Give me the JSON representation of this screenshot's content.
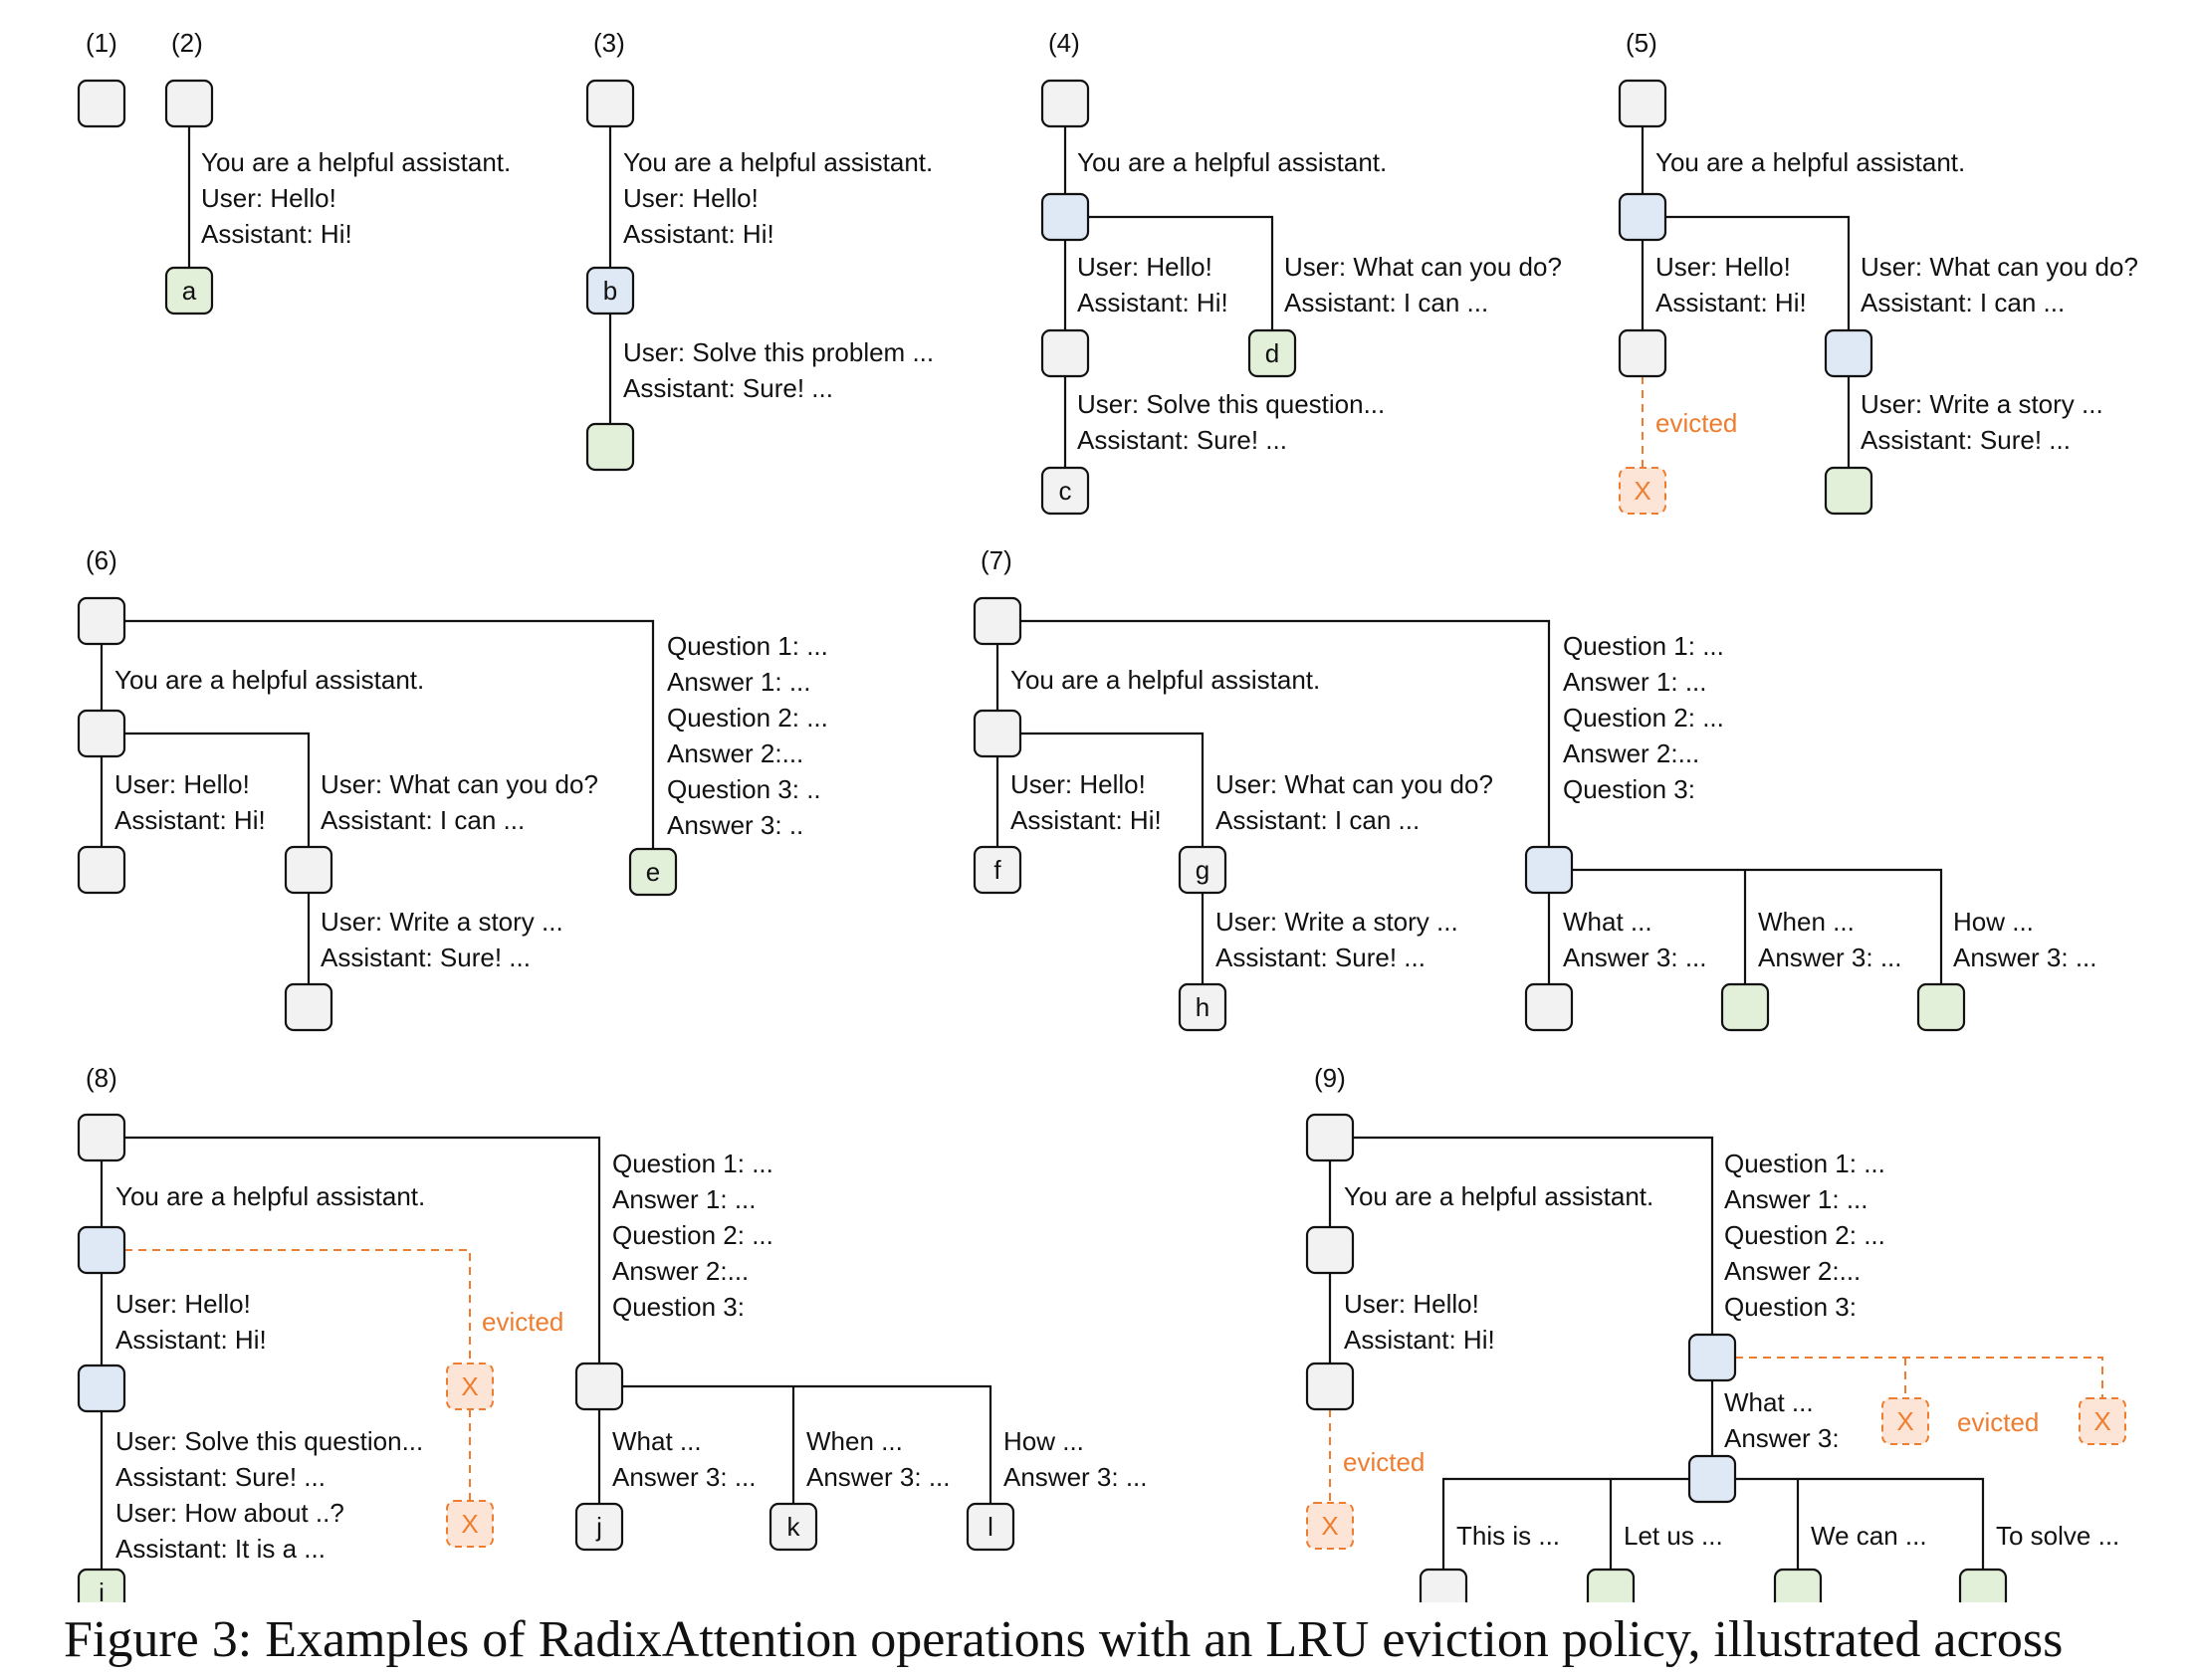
{
  "caption": "Figure 3: Examples of RadixAttention operations with an LRU eviction policy, illustrated across",
  "evicted_label": "evicted",
  "evicted_mark": "X",
  "colors": {
    "node_default": "#f2f2f2",
    "node_active": "#dfe9f5",
    "node_new": "#e2efd9",
    "evicted_fill": "#fce4d6",
    "evicted_stroke": "#ee7d2f",
    "line": "#111111"
  },
  "panels": [
    {
      "id": "1",
      "label": "(1)"
    },
    {
      "id": "2",
      "label": "(2)",
      "node_letters": [
        "a"
      ],
      "edge_texts": [
        [
          "You are a helpful assistant.",
          "User: Hello!",
          "Assistant: Hi!"
        ]
      ]
    },
    {
      "id": "3",
      "label": "(3)",
      "node_letters": [
        "b"
      ],
      "edge_texts": [
        [
          "You are a helpful assistant.",
          "User: Hello!",
          "Assistant: Hi!"
        ],
        [
          "User: Solve this problem ...",
          "Assistant: Sure! ..."
        ]
      ]
    },
    {
      "id": "4",
      "label": "(4)",
      "node_letters": [
        "d",
        "c"
      ],
      "edge_texts": [
        [
          "You are a helpful assistant."
        ],
        [
          "User: Hello!",
          "Assistant: Hi!"
        ],
        [
          "User: What can you do?",
          "Assistant: I can ..."
        ],
        [
          "User: Solve this question...",
          "Assistant: Sure! ..."
        ]
      ]
    },
    {
      "id": "5",
      "label": "(5)",
      "edge_texts": [
        [
          "You are a helpful assistant."
        ],
        [
          "User: Hello!",
          "Assistant: Hi!"
        ],
        [
          "User: What can you do?",
          "Assistant: I can ..."
        ],
        [
          "User: Write a story ...",
          "Assistant: Sure! ..."
        ]
      ]
    },
    {
      "id": "6",
      "label": "(6)",
      "node_letters": [
        "e"
      ],
      "edge_texts": [
        [
          "You are a helpful assistant."
        ],
        [
          "Question 1: ...",
          "Answer 1: ...",
          "Question 2: ...",
          "Answer 2:...",
          "Question 3: ..",
          "Answer 3: .."
        ],
        [
          "User: Hello!",
          "Assistant: Hi!"
        ],
        [
          "User: What can you do?",
          "Assistant: I can ..."
        ],
        [
          "User: Write a story ...",
          "Assistant: Sure! ..."
        ]
      ]
    },
    {
      "id": "7",
      "label": "(7)",
      "node_letters": [
        "f",
        "g",
        "h"
      ],
      "edge_texts": [
        [
          "You are a helpful assistant."
        ],
        [
          "Question 1: ...",
          "Answer 1: ...",
          "Question 2: ...",
          "Answer 2:...",
          "Question 3:"
        ],
        [
          "User: Hello!",
          "Assistant: Hi!"
        ],
        [
          "User: What can you do?",
          "Assistant: I can ..."
        ],
        [
          "User: Write a story ...",
          "Assistant: Sure! ..."
        ],
        [
          "What ...",
          "Answer 3: ..."
        ],
        [
          "When ...",
          "Answer 3: ..."
        ],
        [
          "How ...",
          "Answer 3: ..."
        ]
      ]
    },
    {
      "id": "8",
      "label": "(8)",
      "node_letters": [
        "i",
        "j",
        "k",
        "l"
      ],
      "edge_texts": [
        [
          "You are a helpful assistant."
        ],
        [
          "Question 1: ...",
          "Answer 1: ...",
          "Question 2: ...",
          "Answer 2:...",
          "Question 3:"
        ],
        [
          "User: Hello!",
          "Assistant: Hi!"
        ],
        [
          "User: Solve this question...",
          "Assistant: Sure! ...",
          "User: How about ..?",
          "Assistant: It is a ..."
        ],
        [
          "What ...",
          "Answer 3: ..."
        ],
        [
          "When ...",
          "Answer 3: ..."
        ],
        [
          "How ...",
          "Answer 3: ..."
        ]
      ]
    },
    {
      "id": "9",
      "label": "(9)",
      "edge_texts": [
        [
          "You are a helpful assistant."
        ],
        [
          "Question 1: ...",
          "Answer 1: ...",
          "Question 2: ...",
          "Answer 2:...",
          "Question 3:"
        ],
        [
          "User: Hello!",
          "Assistant: Hi!"
        ],
        [
          "What ...",
          "Answer 3:"
        ],
        [
          "This is ..."
        ],
        [
          "Let us ..."
        ],
        [
          "We can ..."
        ],
        [
          "To solve ..."
        ]
      ]
    }
  ]
}
